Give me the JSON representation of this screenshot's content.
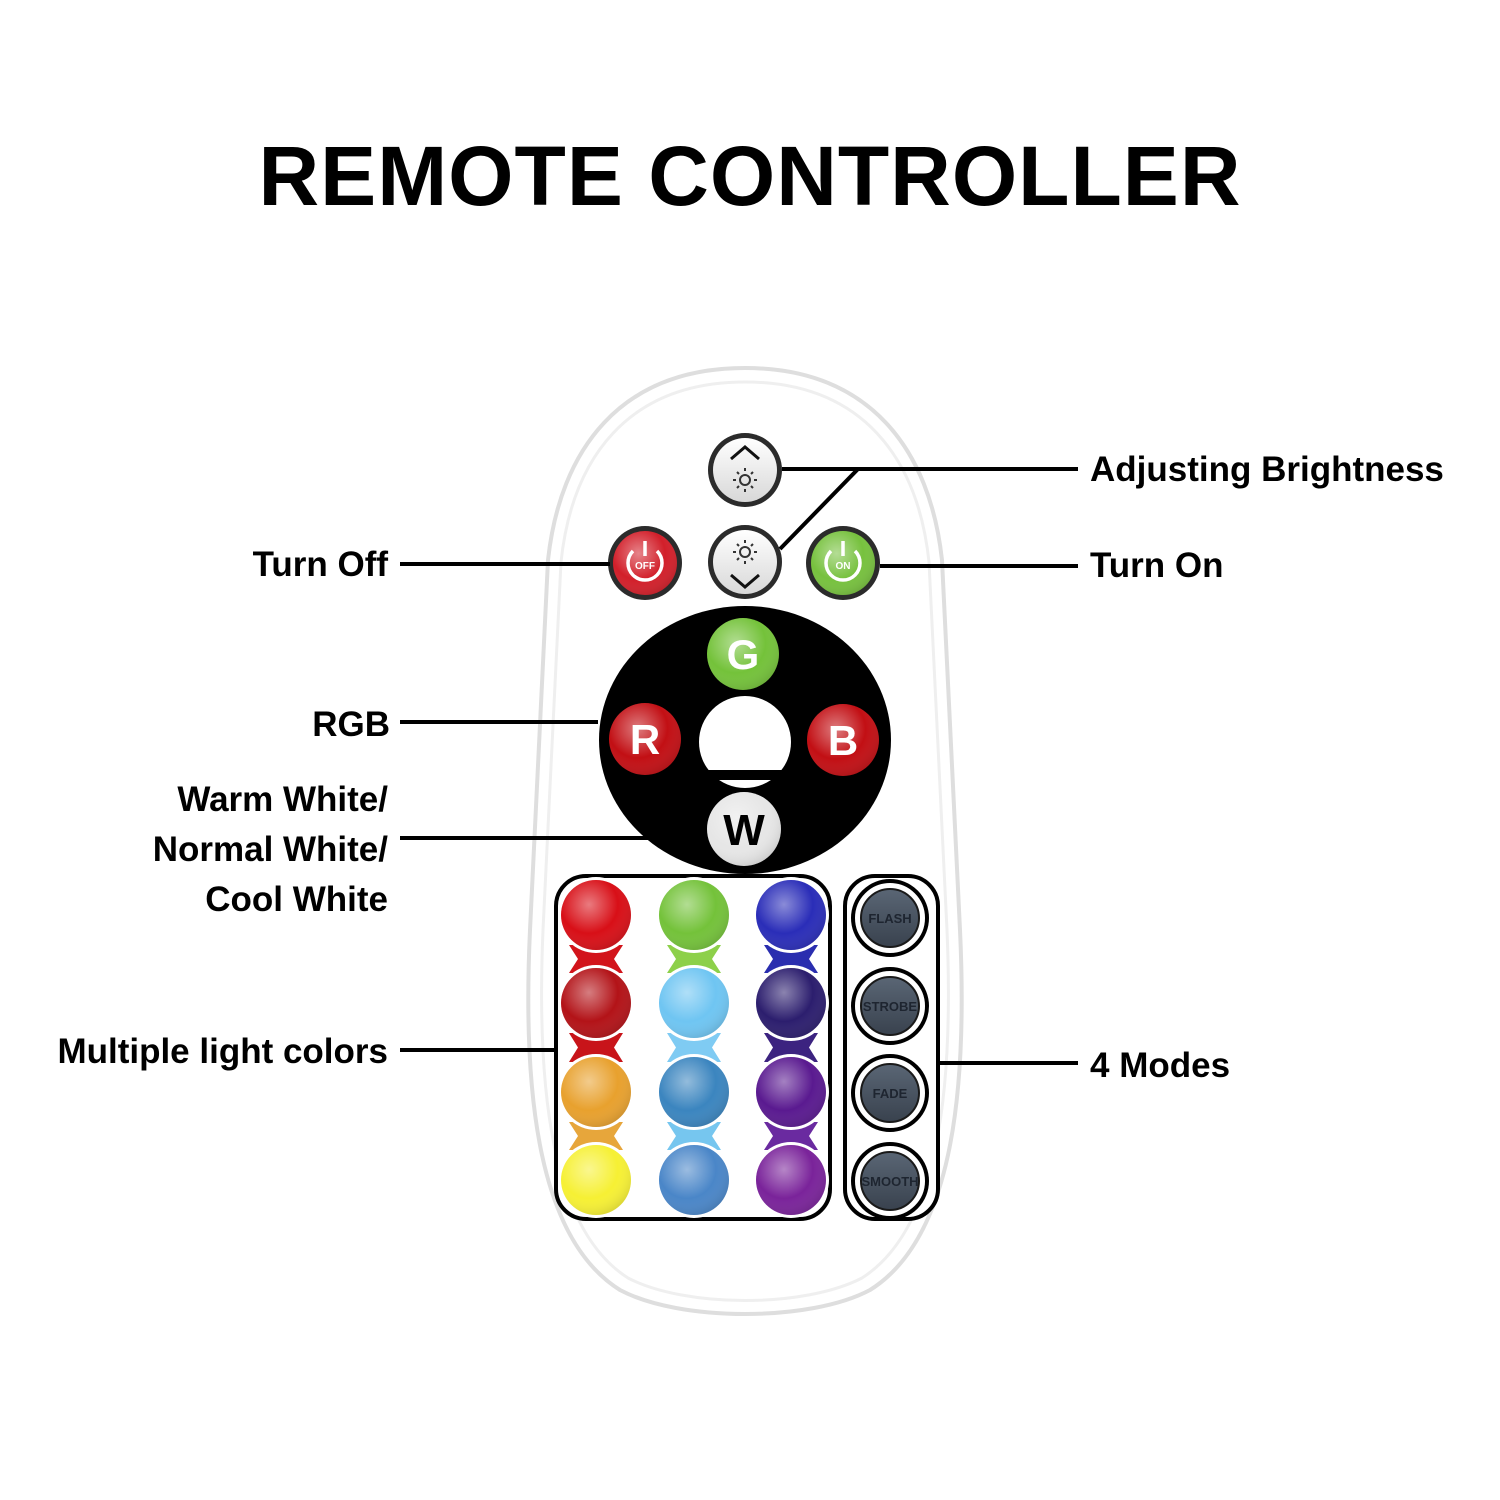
{
  "title": "REMOTE CONTROLLER",
  "labels": {
    "adjusting_brightness": "Adjusting Brightness",
    "turn_off": "Turn Off",
    "turn_on": "Turn On",
    "rgb": "RGB",
    "white_line1": "Warm White/",
    "white_line2": "Normal White/",
    "white_line3": "Cool White",
    "multiple_colors": "Multiple light colors",
    "modes": "4 Modes"
  },
  "buttons": {
    "off": "OFF",
    "on": "ON",
    "g": "G",
    "r": "R",
    "b": "B",
    "w": "W",
    "modes": [
      "FLASH",
      "STROBE",
      "FADE",
      "SMOOTH"
    ]
  },
  "colors": {
    "off_red": "#d21f2a",
    "on_green": "#77c13e",
    "color_grid": [
      [
        "#d80f17",
        "#74c23a",
        "#2a2db8"
      ],
      [
        "#b31318",
        "#6fc5f2",
        "#2c1e6e"
      ],
      [
        "#e8a12e",
        "#3b85bf",
        "#5a1a90"
      ],
      [
        "#f6f034",
        "#4a86c8",
        "#7a239a"
      ]
    ],
    "connector_grid": [
      [
        "#d2141b",
        "#8dd04a",
        "#2a2eaf"
      ],
      [
        "#c8141a",
        "#7fcbf3",
        "#3c2380"
      ],
      [
        "#e7a63b",
        "#76c6ef",
        "#6a2aa0"
      ]
    ]
  }
}
